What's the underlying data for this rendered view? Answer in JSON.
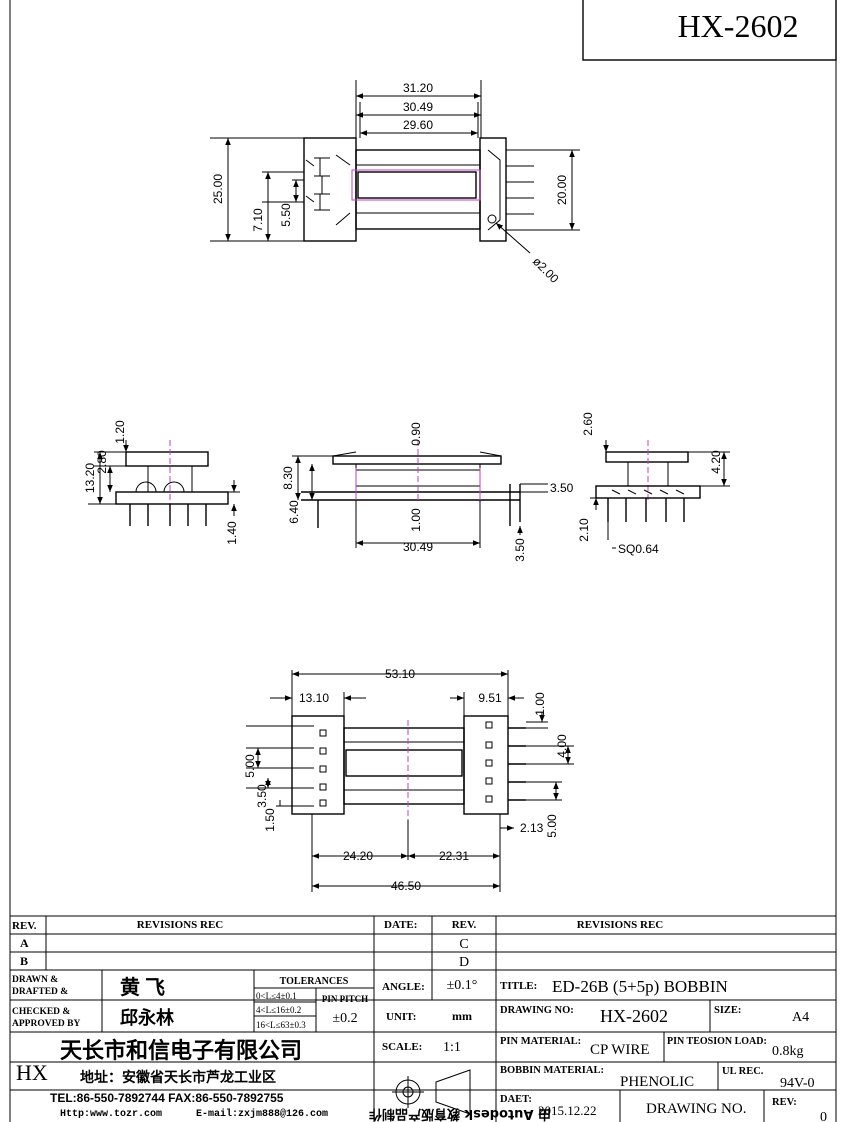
{
  "part_number": "HX-2602",
  "dims": {
    "top_w1": "31.20",
    "top_w2": "30.49",
    "top_w3": "29.60",
    "top_h25": "25.00",
    "top_h20": "20.00",
    "top_h710": "7.10",
    "top_h550": "5.50",
    "top_dia": "ø2.00",
    "s1_120": "1.20",
    "s1_280": "2.80",
    "s1_1320": "13.20",
    "s1_140": "1.40",
    "s2_090": "0.90",
    "s2_830": "8.30",
    "s2_640": "6.40",
    "s2_100": "1.00",
    "s2_3049": "30.49",
    "s2_350a": "3.50",
    "s2_350b": "3.50",
    "s3_260": "2.60",
    "s3_420": "4.20",
    "s3_210": "2.10",
    "s3_sq": "SQ0.64",
    "b_5310": "53.10",
    "b_1310": "13.10",
    "b_951": "9.51",
    "b_100": "1.00",
    "b_400": "4.00",
    "b_500l": "5.00",
    "b_350": "3.50",
    "b_150": "1.50",
    "b_213": "2.13",
    "b_500r": "5.00",
    "b_2420": "24.20",
    "b_2231": "22.31",
    "b_4650": "46.50"
  },
  "title_block": {
    "rev_label": "REV.",
    "revisions_rec": "REVISIONS  REC",
    "date_label": "DATE:",
    "rev_label2": "REV.",
    "revisions_rec2": "REVISIONS  REC",
    "row_a": "A",
    "row_b": "B",
    "rev_c": "C",
    "rev_d": "D",
    "drawn_label_1": "DRAWN &",
    "drawn_label_2": "DRAFTED &",
    "drawn_name": "黄    飞",
    "checked_label_1": "CHECKED  &",
    "checked_label_2": "APPROVED  BY",
    "checked_name": "邱永林",
    "tolerances": "TOLERANCES",
    "tol1": "0<L≤4±0.1",
    "tol2": "4<L≤16±0.2",
    "tol3": "16<L≤63±0.3",
    "pin_pitch": "PIN PITCH",
    "pin_pitch_val": "±0.2",
    "angle_label": "ANGLE:",
    "angle_val": "±0.1°",
    "unit_label": "UNIT:",
    "unit_val": "mm",
    "scale_label": "SCALE:",
    "scale_val": "1:1",
    "title_label": "TITLE:",
    "title_val": "ED-26B  (5+5p)   BOBBIN",
    "drawing_no_label": "DRAWING  NO:",
    "drawing_no_val": "HX-2602",
    "size_label": "SIZE:",
    "size_val": "A4",
    "pin_material_label": "PIN  MATERIAL:",
    "pin_material_val": "CP WIRE",
    "tension_label": "PIN TEOSION LOAD:",
    "tension_val": "0.8kg",
    "bobbin_material_label": "BOBBIN  MATERIAL:",
    "bobbin_material_val": "PHENOLIC",
    "ul_label": "UL  REC.",
    "ul_val": "94V-0",
    "date2_label": "DAET:",
    "date2_val": "2015.12.22",
    "drawing_no2": "DRAWING    NO.",
    "rev3_label": "REV:",
    "rev3_val": "0",
    "logo": "HX",
    "company": "天长市和信电子有限公司",
    "address": "地址：安徽省天长市芦龙工业区",
    "tel_fax": "TEL:86-550-7892744   FAX:86-550-7892755",
    "web": "Http:www.tozr.com",
    "email": "E-mail:zxjm888@126.com",
    "stamp": "由 Autodesk 教育版产品制作"
  }
}
